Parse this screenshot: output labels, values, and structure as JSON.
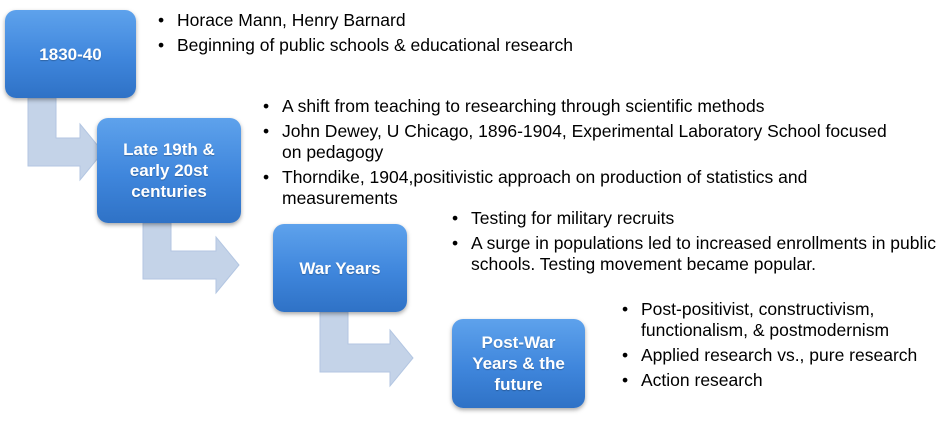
{
  "stages": [
    {
      "label": "1830-40",
      "bullets": [
        "Horace Mann, Henry Barnard",
        "Beginning of public schools & educational research"
      ]
    },
    {
      "label": "Late 19th &\nearly 20st\ncenturies",
      "bullets": [
        "A shift from teaching to researching through scientific methods",
        "John Dewey, U Chicago, 1896-1904, Experimental Laboratory School focused on pedagogy",
        "Thorndike, 1904,positivistic approach on production of statistics and measurements"
      ]
    },
    {
      "label": "War Years",
      "bullets": [
        "Testing for military recruits",
        "A surge in populations led to increased enrollments in public schools. Testing movement became popular."
      ]
    },
    {
      "label": "Post-War\nYears & the\nfuture",
      "bullets": [
        "Post-positivist, constructivism, functionalism, & postmodernism",
        "Applied research vs., pure research",
        "Action research"
      ]
    }
  ],
  "colors": {
    "box_fill": "#3f86dc",
    "arrow_fill": "#c4d3e8",
    "text": "#000000",
    "box_text": "#ffffff"
  }
}
